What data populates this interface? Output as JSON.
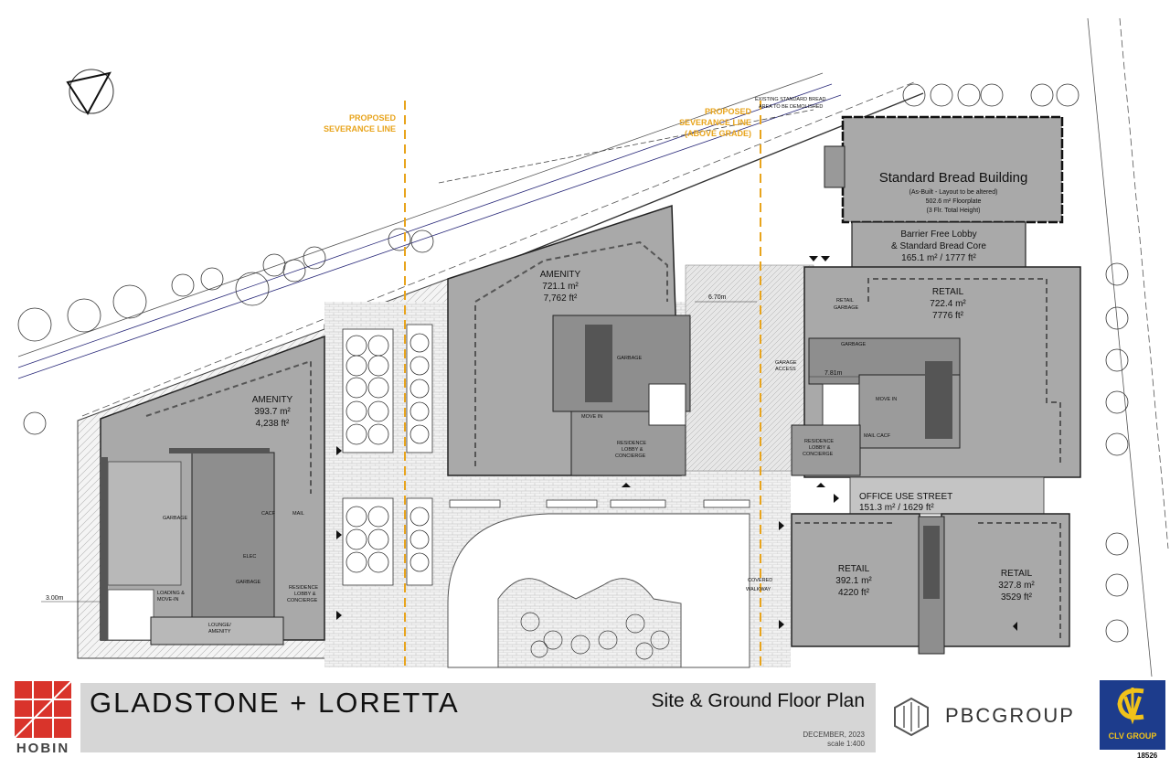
{
  "severance": {
    "left": [
      "PROPOSED",
      "SEVERANCE LINE"
    ],
    "right": [
      "PROPOSED",
      "SEVERANCE LINE",
      "(ABOVE GRADE)"
    ]
  },
  "existing_note": [
    "EXISTING STANDARD BREAD",
    "AREA TO BE DEMOLISHED"
  ],
  "standard_bread": {
    "title": "Standard Bread Building",
    "line1": "(As-Built - Layout to be altered)",
    "line2": "502.6 m² Floorplate",
    "line3": "(3 Flr. Total Height)"
  },
  "barrier_free": {
    "line1": "Barrier Free Lobby",
    "line2": "& Standard Bread Core",
    "line3": "165.1 m² / 1777 ft²"
  },
  "amenity_mid": {
    "title": "AMENITY",
    "m2": "721.1 m²",
    "ft2": "7,762 ft²"
  },
  "amenity_left": {
    "title": "AMENITY",
    "m2": "393.7 m²",
    "ft2": "4,238 ft²"
  },
  "retail_top": {
    "title": "RETAIL",
    "m2": "722.4 m²",
    "ft2": "7776 ft²"
  },
  "retail_bl": {
    "title": "RETAIL",
    "m2": "392.1 m²",
    "ft2": "4220 ft²"
  },
  "retail_br": {
    "title": "RETAIL",
    "m2": "327.8 m²",
    "ft2": "3529 ft²"
  },
  "office": {
    "title": "OFFICE USE STREET",
    "area": "151.3 m² / 1629 ft²"
  },
  "rooms": {
    "retail_garbage": [
      "RETAIL",
      "GARBAGE"
    ],
    "garbage": "GARBAGE",
    "move_in": "MOVE IN",
    "mail_cacf": "MAIL CACF",
    "residence": [
      "RESIDENCE",
      "LOBBY &",
      "CONCIERGE"
    ],
    "garage_access": [
      "GARAGE",
      "ACCESS"
    ],
    "elec": "ELEC",
    "cacf": "CACF",
    "mail": "MAIL",
    "loading": [
      "LOADING &",
      "MOVE-IN"
    ],
    "lounge": [
      "LOUNGE/",
      "AMENITY"
    ],
    "covered": [
      "COVERED",
      "WALKWAY"
    ]
  },
  "dims": {
    "d1": "6.70m",
    "d2": "7.81m",
    "d3": "3.00m"
  },
  "title_block": {
    "firm": "HOBIN",
    "project": "GLADSTONE + LORETTA",
    "sheet": "Site & Ground Floor Plan",
    "date": "DECEMBER, 2023",
    "scale": "scale 1:400",
    "partner1": "PBCGROUP",
    "partner2": "CLV GROUP",
    "project_no": "18526"
  },
  "colors": {
    "severance": "#e8a41c",
    "building": "#a9a9a9",
    "building_dark": "#8e8e8e",
    "clv_blue": "#1d3c8c",
    "clv_gold": "#f0c21a"
  }
}
